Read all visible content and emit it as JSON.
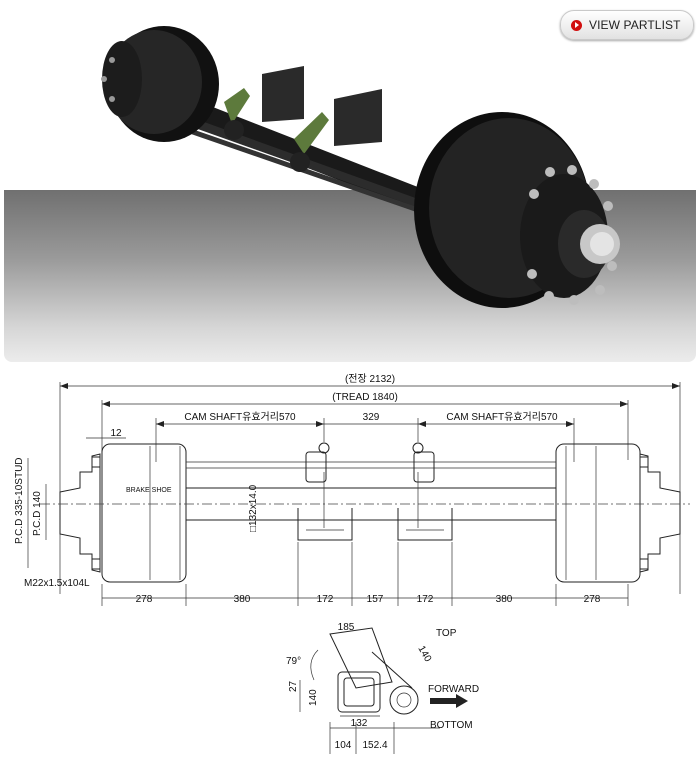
{
  "header": {
    "partlist_label": "VIEW PARTLIST"
  },
  "dimensions": {
    "overall": "(전장 2132)",
    "tread": "(TREAD 1840)",
    "cam_left": "CAM SHAFT유효거리570",
    "cam_mid": "329",
    "cam_right": "CAM SHAFT유효거리570",
    "small_12": "12",
    "pcd_stud": "P.C.D 335-10STUD",
    "pcd_hub": "P.C.D 140",
    "brake_shoe": "BRAKE SHOE",
    "square": "□132x14.0",
    "stud_size": "M22x1.5x104L",
    "bottom_row": [
      "278",
      "380",
      "172",
      "157",
      "172",
      "380",
      "278"
    ]
  },
  "section_view": {
    "top_label": "TOP",
    "forward_label": "FORWARD",
    "bottom_label": "BOTTOM",
    "dim_185": "185",
    "dim_140a": "140",
    "dim_79": "79°",
    "dim_27": "27",
    "dim_140b": "140",
    "dim_132": "132",
    "dim_104": "104",
    "dim_152": "152.4"
  }
}
